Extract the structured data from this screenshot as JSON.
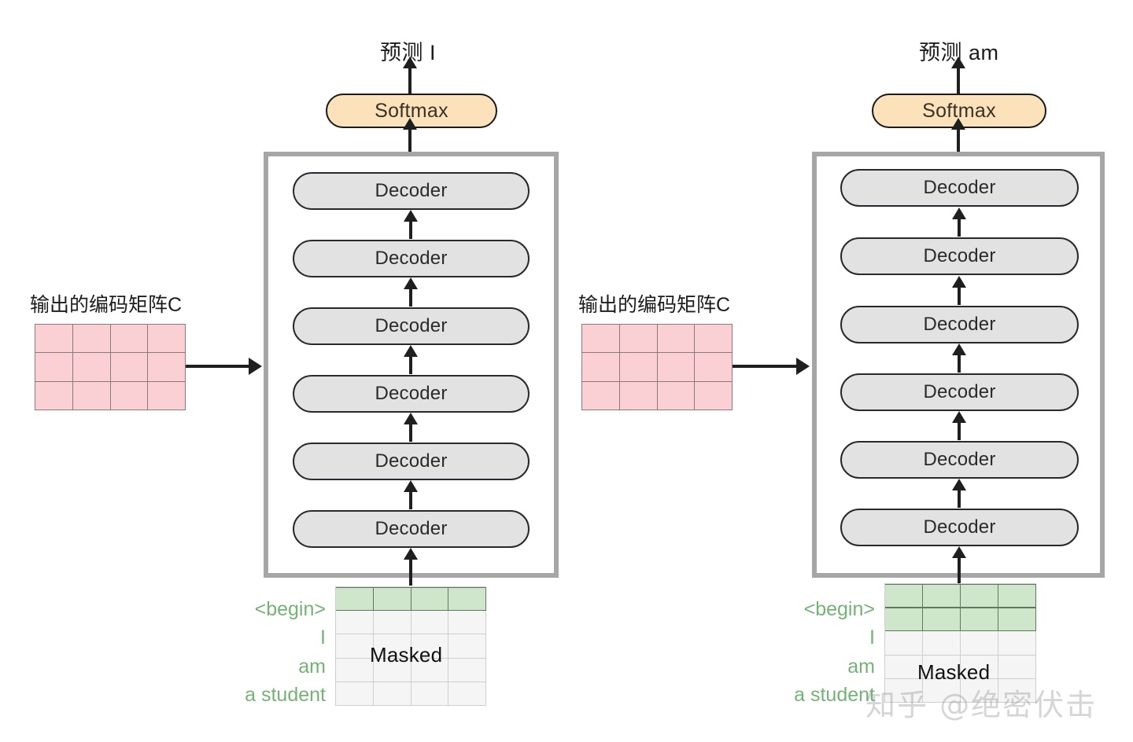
{
  "diagram": {
    "title": "Transformer Decoder Masked Prediction (two timesteps)",
    "colors": {
      "softmax_fill": "#fbe2bb",
      "decoder_fill": "#e2e2e2",
      "matrix_fill": "#fbd0d4",
      "input_active_fill": "#cfe5cc",
      "input_masked_fill": "#f4f5f4",
      "token_text": "#74b375",
      "container_border": "#a6a6a6"
    }
  },
  "panels": [
    {
      "id": "left",
      "prediction_label": "预测 I",
      "softmax_label": "Softmax",
      "decoders": [
        "Decoder",
        "Decoder",
        "Decoder",
        "Decoder",
        "Decoder",
        "Decoder"
      ],
      "encoding_matrix": {
        "label": "输出的编码矩阵C",
        "rows": 3,
        "cols": 4
      },
      "input_matrix": {
        "rows": 5,
        "cols": 4,
        "active_rows": 1,
        "masked_label": "Masked"
      },
      "tokens": [
        "<begin>",
        "I",
        "am",
        "a student"
      ]
    },
    {
      "id": "right",
      "prediction_label": "预测 am",
      "softmax_label": "Softmax",
      "decoders": [
        "Decoder",
        "Decoder",
        "Decoder",
        "Decoder",
        "Decoder",
        "Decoder"
      ],
      "encoding_matrix": {
        "label": "输出的编码矩阵C",
        "rows": 3,
        "cols": 4
      },
      "input_matrix": {
        "rows": 5,
        "cols": 4,
        "active_rows": 2,
        "masked_label": "Masked"
      },
      "tokens": [
        "<begin>",
        "I",
        "am",
        "a student"
      ]
    }
  ],
  "watermark": "知乎 @绝密伏击"
}
